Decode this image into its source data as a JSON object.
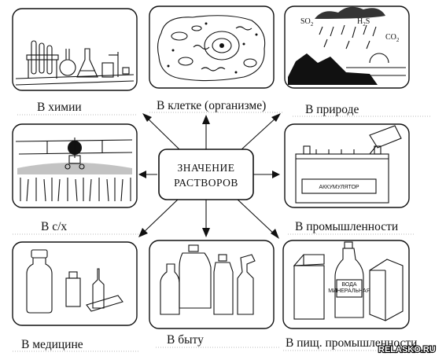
{
  "center": {
    "line1": "ЗНАЧЕНИЕ",
    "line2": "РАСТВОРОВ"
  },
  "panels": [
    {
      "label": "В химии"
    },
    {
      "label": "В клетке (организме)"
    },
    {
      "label": "В природе"
    },
    {
      "label": "В с/х"
    },
    {
      "label": "В промышленности"
    },
    {
      "label": "В медицине"
    },
    {
      "label": "В  быту"
    },
    {
      "label": "В пищ. промышленности"
    }
  ],
  "pictures": {
    "nature": {
      "so2": "SO",
      "so2_sub": "2",
      "h2s_h": "H",
      "h2s_sub": "2",
      "h2s_s": "S",
      "co2": "CO",
      "co2_sub": "2"
    },
    "battery": {
      "label": "АККУМУЛЯТОР"
    },
    "food": {
      "bottle_label1": "ВОДА",
      "bottle_label2": "МИНЕРАЛЬНАЯ"
    }
  },
  "watermark": "RELASKO.RU"
}
